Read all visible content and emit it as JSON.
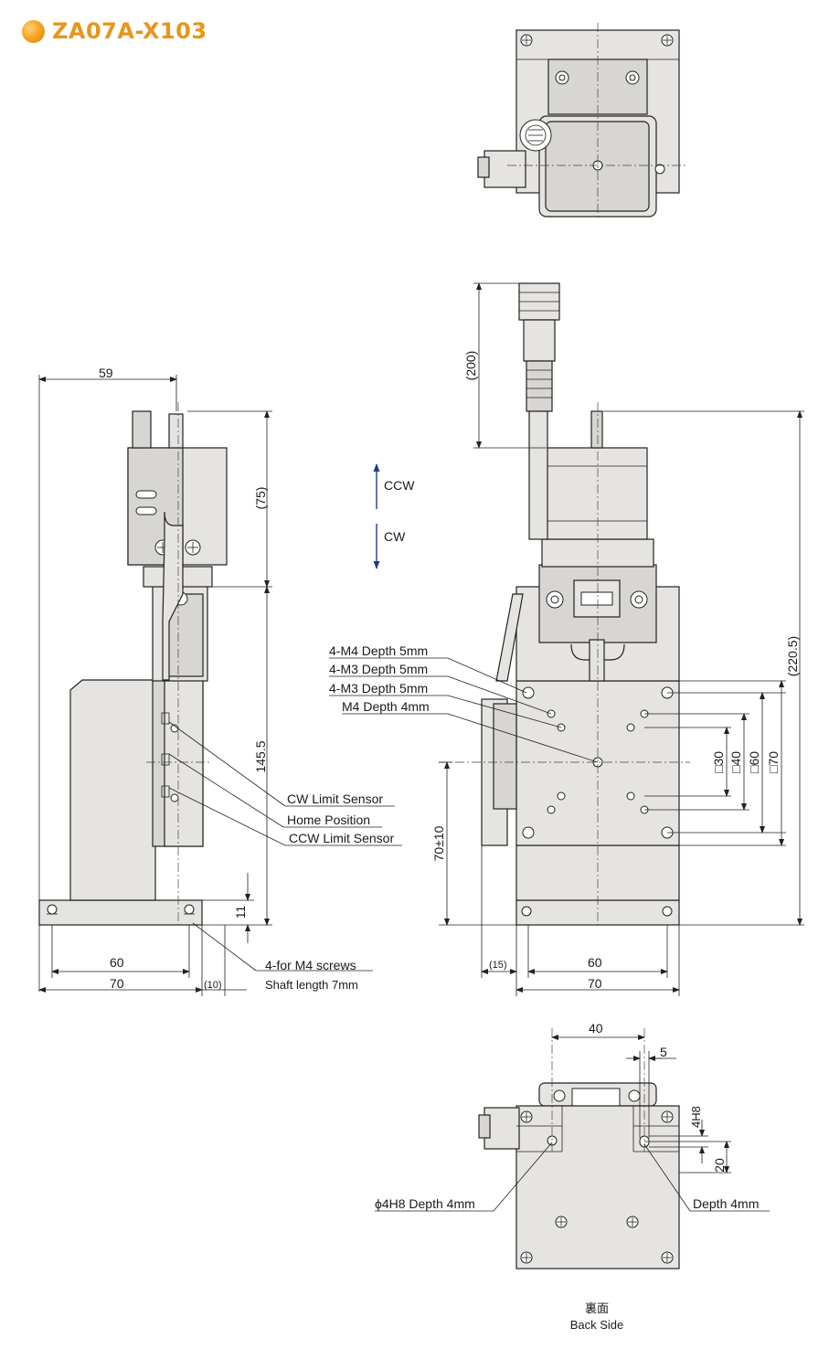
{
  "title": "ZA07A-X103",
  "labels": {
    "cw_limit": "CW Limit Sensor",
    "home": "Home Position",
    "ccw_limit": "CCW Limit Sensor",
    "screws": "4-for M4 screws",
    "shaft": "Shaft length 7mm",
    "ccw": "CCW",
    "cw": "CW",
    "m4_depth5": "4-M4 Depth 5mm",
    "m3_depth5_a": "4-M3 Depth 5mm",
    "m3_depth5_b": "4-M3 Depth 5mm",
    "m4_depth4": "M4 Depth 4mm",
    "phi_depth": "ϕ4H8 Depth 4mm",
    "depth4": "Depth 4mm",
    "back_jp": "裏面",
    "back_en": "Back Side"
  },
  "dims": {
    "side_59": "59",
    "side_75": "(75)",
    "side_145": "145.5",
    "side_11": "11",
    "side_60": "60",
    "side_70": "70",
    "side_10": "(10)",
    "front_200": "(200)",
    "front_2205": "(220.5)",
    "front_70tol": "70±10",
    "front_15": "(15)",
    "front_60": "60",
    "front_70": "70",
    "sq30": "□30",
    "sq40": "□40",
    "sq60": "□60",
    "sq70": "□70",
    "back_40": "40",
    "back_5": "5",
    "back_4h8": "4H8",
    "back_20": "20"
  },
  "colors": {
    "title": "#e8951a",
    "arrow": "#1d3d8c",
    "part": "#e6e4e0"
  }
}
